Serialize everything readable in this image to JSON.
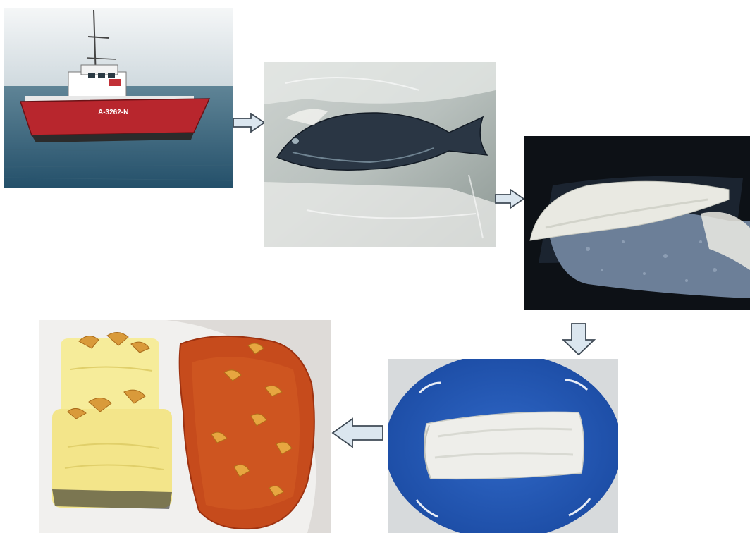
{
  "flow": {
    "steps": [
      {
        "id": "boat",
        "icon": "fishing-boat-photo"
      },
      {
        "id": "whole-fish",
        "icon": "whole-fish-in-bag-photo"
      },
      {
        "id": "fillets",
        "icon": "raw-fillets-photo"
      },
      {
        "id": "loin",
        "icon": "cod-loin-on-plate-photo"
      },
      {
        "id": "cooked",
        "icon": "cooked-dish-photo"
      }
    ],
    "boat_hull_marking": "A-3262-N",
    "arrow_icon": "hollow-arrow-icon",
    "colors": {
      "arrow_fill": "#dbe6ef",
      "arrow_stroke": "#3f4a55",
      "sea": "#2e5e74",
      "hull": "#b8262d",
      "plate": "#1e4fa8"
    }
  }
}
